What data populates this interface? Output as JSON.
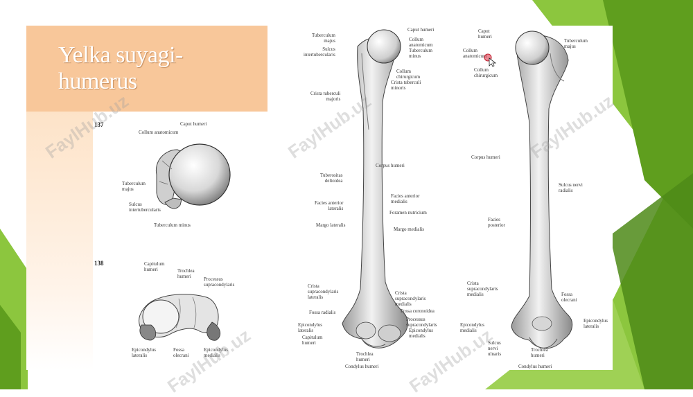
{
  "slide": {
    "title_line1": "Yelka suyagi-",
    "title_line2": "humerus",
    "colors": {
      "title_bg": "#f8c79a",
      "green_dark": "#5f9e1e",
      "green_light": "#8cc63e"
    }
  },
  "figures": {
    "fig137": {
      "number": "137",
      "labels": {
        "caput": "Caput humeri",
        "collum": "Collum anatomicum",
        "tub_major": "Tuberculum\nmajus",
        "sulcus": "Sulcus\nintertubercularis",
        "tub_minor": "Tuberculum minus"
      }
    },
    "fig138": {
      "number": "138",
      "labels": {
        "capitulum": "Capitulum\nhumeri",
        "trochlea": "Trochlea\nhumeri",
        "processus": "Processus\nsupracondylaris",
        "epi_lat": "Epicondylus\nlateralis",
        "fossa": "Fossa\nolecrani",
        "epi_med": "Epicondylus\nmedialis"
      }
    },
    "anterior": {
      "labels": {
        "tub_majus": "Tuberculum\nmajus",
        "sulcus": "Sulcus\nintertubercularis",
        "crista_major": "Crista tuberculi\nmajoris",
        "tub_deltoid": "Tuberositas\ndeltoidea",
        "facies_ant_lat": "Facies anterior\nlateralis",
        "margo_lat": "Margo lateralis",
        "crista_supra_lat": "Crista\nsupracondylaris\nlateralis",
        "fossa_radialis": "Fossa radialis",
        "epi_lat": "Epicondylus\nlateralis",
        "capitulum": "Capitulum\nhumeri",
        "caput": "Caput humeri",
        "collum_anat": "Collum\nanatomicum",
        "tub_minus": "Tuberculum\nminus",
        "collum_chir": "Collum\nchirurgicum",
        "crista_minor": "Crista tuberculi\nminoris",
        "corpus": "Corpus humeri",
        "facies_ant_med": "Facies anterior\nmedialis",
        "foramen": "Foramen nutricium",
        "margo_med": "Margo medialis",
        "crista_supra_med": "Crista\nsupracondylaris\nmedialis",
        "fossa_coronoidea": "Fossa coronoidea",
        "processus": "Processus\nsupracondylaris",
        "epi_med": "Epicondylus\nmedialis",
        "trochlea": "Trochlea\nhumeri",
        "condylus": "Condylus humeri"
      }
    },
    "posterior": {
      "labels": {
        "caput": "Caput\nhumeri",
        "tub_majus": "Tuberculum\nmajus",
        "collum_anat": "Collum\nanatomicum",
        "collum_chir": "Collum\nchirurgicum",
        "corpus": "Corpus humeri",
        "sulcus_nervi": "Sulcus nervi\nradialis",
        "facies_post": "Facies\nposterior",
        "crista_supra_med": "Crista\nsupracondylaris\nmedialis",
        "fossa_olecrani": "Fossa\nolecrani",
        "epi_med": "Epicondylus\nmedialis",
        "epi_lat": "Epicondylus\nlateralis",
        "sulcus_ulnaris": "Sulcus\nnervi\nulnaris",
        "trochlea": "Trochlea\nhumeri",
        "condylus": "Condylus humeri"
      }
    }
  },
  "watermark": "FaylHub.uz"
}
